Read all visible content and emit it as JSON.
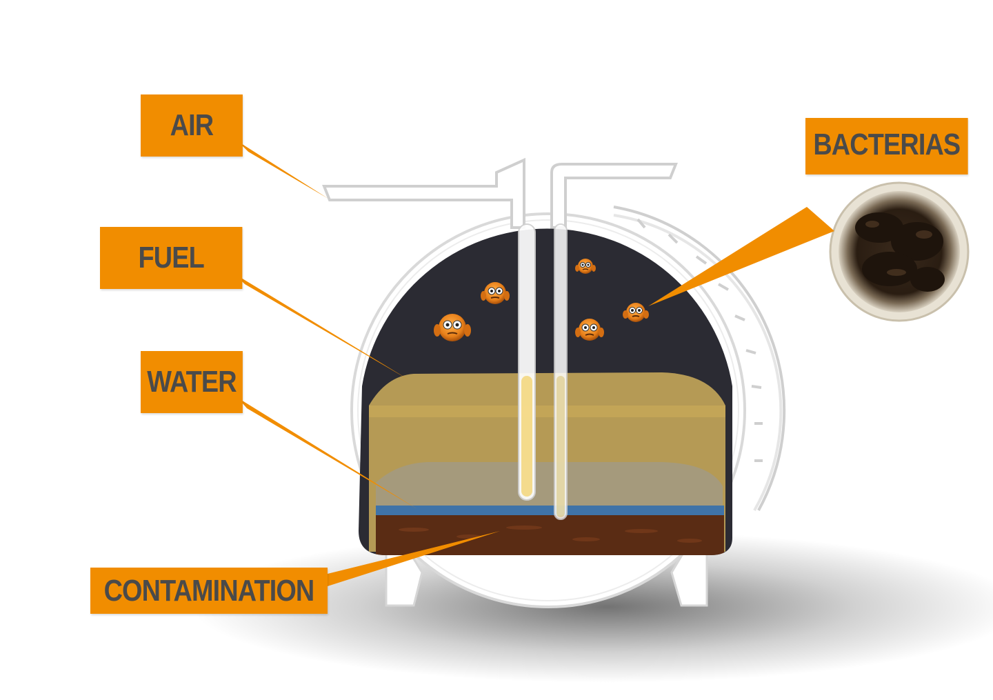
{
  "labels": {
    "air": "AIR",
    "fuel": "FUEL",
    "water": "WATER",
    "contamination": "CONTAMINATION",
    "bacterias": "BACTERIAS"
  },
  "colors": {
    "label_background": "#f18d00",
    "label_text": "#4a4a4a",
    "tank_interior": "#2b2b33",
    "fuel": "#c8a95a",
    "water": "#a29a7c",
    "water_line": "#3f73a8",
    "contamination": "#5a2c14",
    "bacteria": "#e8861a"
  },
  "icons": {
    "bacteria": "bacteria-character-icon",
    "sample": "petri-dish-sample-image"
  }
}
